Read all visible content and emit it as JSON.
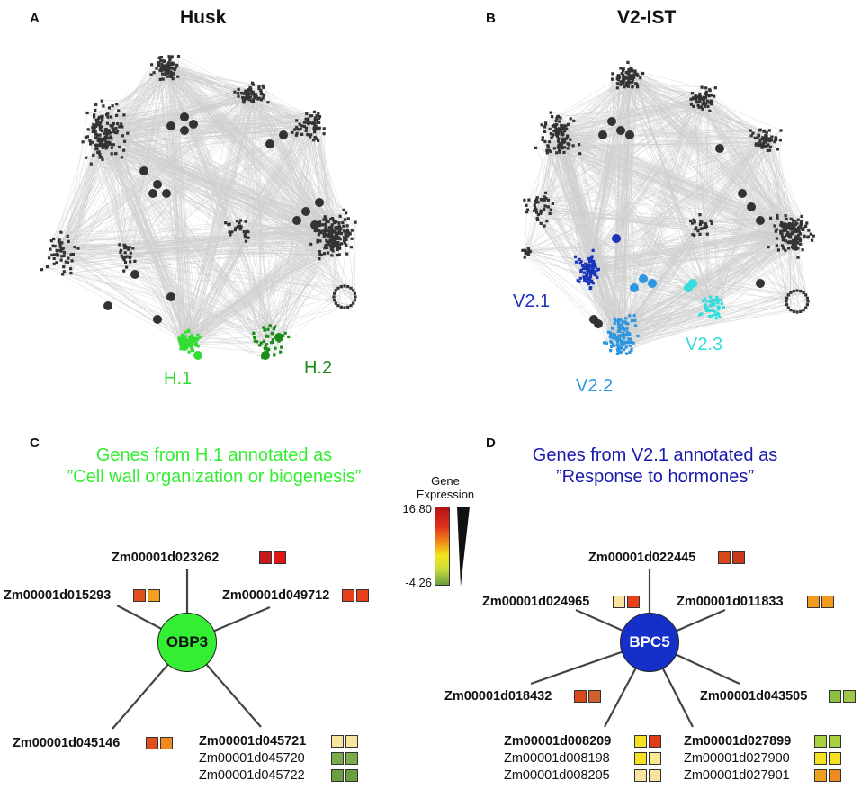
{
  "panels": {
    "A": {
      "letter": "A",
      "title": "Husk"
    },
    "B": {
      "letter": "B",
      "title": "V2-IST"
    },
    "C": {
      "letter": "C",
      "subtitle_line1": "Genes from H.1 annotated as",
      "subtitle_line2": "”Cell wall organization or biogenesis”"
    },
    "D": {
      "letter": "D",
      "subtitle_line1": "Genes from V2.1 annotated as",
      "subtitle_line2": "”Response to hormones”"
    }
  },
  "clusters": {
    "h1": {
      "label": "H.1",
      "color": "#33dd33"
    },
    "h2": {
      "label": "H.2",
      "color": "#1a8c1a"
    },
    "v21": {
      "label": "V2.1",
      "color": "#1a33bb"
    },
    "v22": {
      "label": "V2.2",
      "color": "#2f96e0"
    },
    "v23": {
      "label": "V2.3",
      "color": "#33dddd"
    }
  },
  "legend": {
    "title_line1": "Gene",
    "title_line2": "Expression",
    "max": "16.80",
    "min": "-4.26"
  },
  "hub_c": {
    "label": "OBP3",
    "color": "#33ee33"
  },
  "hub_d": {
    "label": "BPC5",
    "color": "#1430c8"
  },
  "genes_c": [
    {
      "id": "Zm00001d023262",
      "colors": [
        "#c81a1a",
        "#e01616"
      ]
    },
    {
      "id": "Zm00001d015293",
      "colors": [
        "#e0501a",
        "#f0a020"
      ]
    },
    {
      "id": "Zm00001d049712",
      "colors": [
        "#e8401a",
        "#e8401a"
      ]
    },
    {
      "id": "Zm00001d045146",
      "colors": [
        "#e0501a",
        "#f08a20"
      ]
    },
    {
      "id": "Zm00001d045721",
      "colors": [
        "#f8e4a0",
        "#f8e4a0"
      ]
    },
    {
      "id": "Zm00001d045720",
      "colors": [
        "#7aab4a",
        "#7aab4a"
      ]
    },
    {
      "id": "Zm00001d045722",
      "colors": [
        "#6a9e3e",
        "#6a9e3e"
      ]
    }
  ],
  "genes_d": [
    {
      "id": "Zm00001d022445",
      "colors": [
        "#d8481a",
        "#c83a1a"
      ]
    },
    {
      "id": "Zm00001d024965",
      "colors": [
        "#f8e4a0",
        "#e8401a"
      ]
    },
    {
      "id": "Zm00001d011833",
      "colors": [
        "#f09a20",
        "#f09a20"
      ]
    },
    {
      "id": "Zm00001d018432",
      "colors": [
        "#d8481a",
        "#d06030"
      ]
    },
    {
      "id": "Zm00001d043505",
      "colors": [
        "#8ac040",
        "#a0c848"
      ]
    },
    {
      "id": "Zm00001d008209",
      "colors": [
        "#f4e020",
        "#e03a1a"
      ]
    },
    {
      "id": "Zm00001d008198",
      "colors": [
        "#f4e020",
        "#f8e890"
      ]
    },
    {
      "id": "Zm00001d008205",
      "colors": [
        "#f8e4a0",
        "#f8e4a0"
      ]
    },
    {
      "id": "Zm00001d027899",
      "colors": [
        "#a8d040",
        "#a8d040"
      ]
    },
    {
      "id": "Zm00001d027900",
      "colors": [
        "#f4e020",
        "#f4e020"
      ]
    },
    {
      "id": "Zm00001d027901",
      "colors": [
        "#f0a020",
        "#f08a20"
      ]
    }
  ]
}
